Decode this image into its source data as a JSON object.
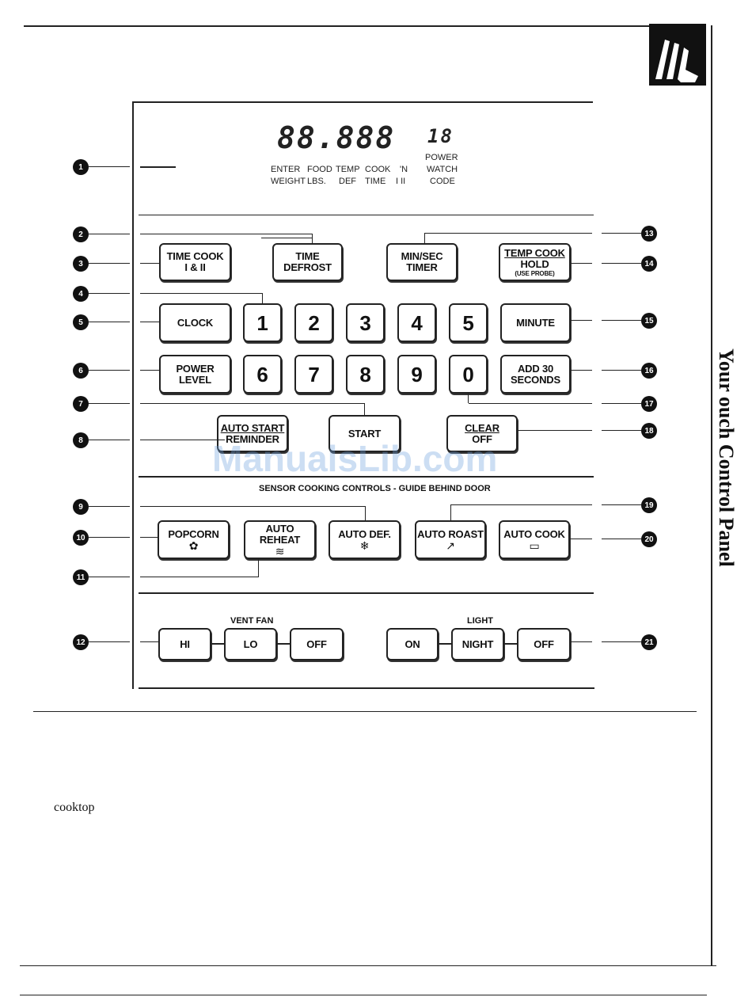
{
  "page": {
    "side_title": "Your  ouch Control Panel",
    "body_word": "cooktop",
    "watermark": "ManualsLib.com"
  },
  "display": {
    "digits": "88.888",
    "small_digits": "18",
    "labels": {
      "power": "POWER",
      "enter": "ENTER",
      "weight": "WEIGHT",
      "food": "FOOD",
      "lbs": "LBS.",
      "temp": "TEMP",
      "def": "DEF",
      "cook": "COOK",
      "time": "TIME",
      "n": "'N",
      "i_ii": "I  II",
      "watch": "WATCH",
      "code": "CODE"
    }
  },
  "buttons": {
    "time_cook": [
      "TIME COOK",
      "I & II"
    ],
    "time_defrost": [
      "TIME",
      "DEFROST"
    ],
    "min_sec_timer": [
      "MIN/SEC",
      "TIMER"
    ],
    "temp_cook_hold": [
      "TEMP COOK",
      "HOLD",
      "(USE PROBE)"
    ],
    "clock": "CLOCK",
    "minute": "MINUTE",
    "power_level": [
      "POWER",
      "LEVEL"
    ],
    "add_30_seconds": [
      "ADD 30",
      "SECONDS"
    ],
    "digits": [
      "1",
      "2",
      "3",
      "4",
      "5",
      "6",
      "7",
      "8",
      "9",
      "0"
    ],
    "auto_start": [
      "AUTO START",
      "REMINDER"
    ],
    "start": "START",
    "clear_off": [
      "CLEAR",
      "OFF"
    ],
    "popcorn": "POPCORN",
    "auto_reheat": "AUTO REHEAT",
    "auto_def": "AUTO DEF.",
    "auto_roast": "AUTO ROAST",
    "auto_cook": "AUTO COOK",
    "vent_hi": "HI",
    "vent_lo": "LO",
    "vent_off": "OFF",
    "light_on": "ON",
    "light_night": "NIGHT",
    "light_off": "OFF"
  },
  "sections": {
    "sensor": "SENSOR COOKING CONTROLS - GUIDE BEHIND DOOR",
    "vent_fan": "VENT FAN",
    "light": "LIGHT"
  },
  "callouts": [
    "1",
    "2",
    "3",
    "4",
    "5",
    "6",
    "7",
    "8",
    "9",
    "10",
    "11",
    "12",
    "13",
    "14",
    "15",
    "16",
    "17",
    "18",
    "19",
    "20",
    "21"
  ],
  "icons": {
    "hand": "hand-pressing-icon",
    "popcorn": "popcorn-icon",
    "reheat": "steaming-dish-icon",
    "defrost": "snowflake-icon",
    "roast": "meat-thermometer-icon",
    "cook": "covered-pot-icon"
  }
}
